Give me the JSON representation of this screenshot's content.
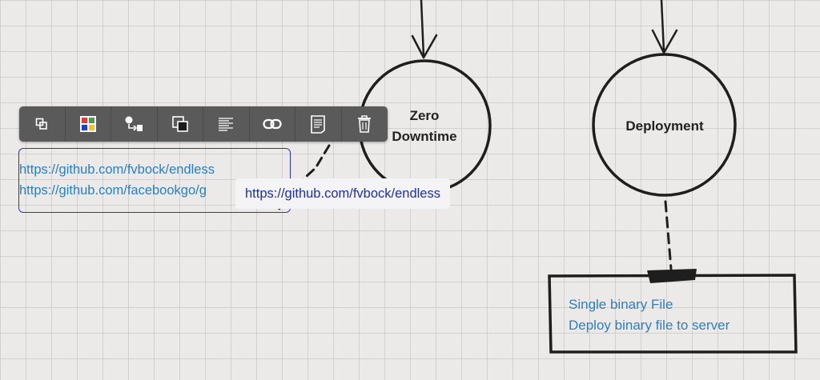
{
  "nodes": {
    "zero_downtime": {
      "line1": "Zero",
      "line2": "Downtime"
    },
    "deployment": {
      "label": "Deployment"
    }
  },
  "toolbar": {
    "buttons": [
      {
        "icon": "duplicate-icon"
      },
      {
        "icon": "color-palette-icon"
      },
      {
        "icon": "connector-icon"
      },
      {
        "icon": "bring-to-front-icon"
      },
      {
        "icon": "align-text-icon"
      },
      {
        "icon": "link-icon"
      },
      {
        "icon": "note-icon"
      },
      {
        "icon": "trash-icon"
      }
    ]
  },
  "note": {
    "lines": [
      "https://github.com/fvbock/endless",
      "https://github.com/facebookgo/g"
    ]
  },
  "tooltip": {
    "text": "https://github.com/fvbock/endless"
  },
  "deployment_note": {
    "lines": [
      "Single binary File",
      "Deploy binary file to server"
    ]
  },
  "colors": {
    "link_text": "#2a7fc4",
    "tooltip_text": "#1f2fa8",
    "selection_border": "#2f2fd0",
    "toolbar_bg": "#5a5a5a"
  }
}
